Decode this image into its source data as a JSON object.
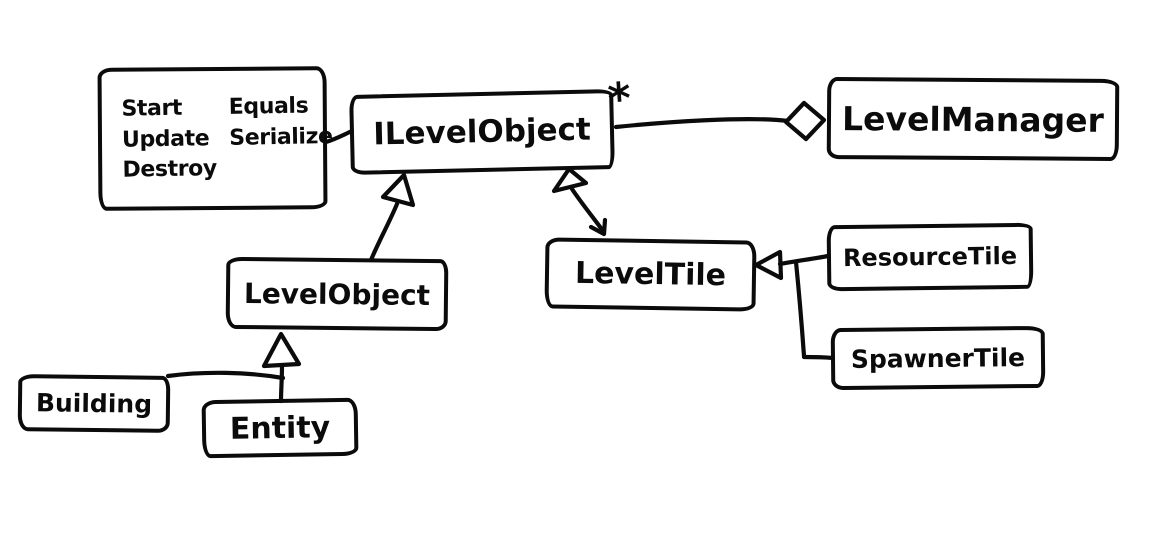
{
  "diagram": {
    "type": "uml-class-diagram",
    "style": "hand-drawn",
    "ink_color": "#0b0b0b",
    "background_color": "#ffffff",
    "note": {
      "methods": [
        "Start",
        "Equals",
        "Update",
        "Serialize",
        "Destroy"
      ]
    },
    "nodes": {
      "ilevel_object": {
        "label": "ILevelObject"
      },
      "level_manager": {
        "label": "LevelManager"
      },
      "level_object": {
        "label": "LevelObject"
      },
      "level_tile": {
        "label": "LevelTile"
      },
      "resource_tile": {
        "label": "ResourceTile"
      },
      "spawner_tile": {
        "label": "SpawnerTile"
      },
      "building": {
        "label": "Building"
      },
      "entity": {
        "label": "Entity"
      }
    },
    "relationships": {
      "aggregation": {
        "owner": "LevelManager",
        "part": "ILevelObject",
        "multiplicity": "*"
      },
      "inheritance": [
        {
          "child": "LevelObject",
          "parent": "ILevelObject"
        },
        {
          "child": "LevelTile",
          "parent": "ILevelObject"
        },
        {
          "child": "Building",
          "parent": "LevelObject"
        },
        {
          "child": "Entity",
          "parent": "LevelObject"
        },
        {
          "child": "ResourceTile",
          "parent": "LevelTile"
        },
        {
          "child": "SpawnerTile",
          "parent": "LevelTile"
        }
      ],
      "note_attachment": {
        "note": "methods-note",
        "target": "ILevelObject"
      }
    }
  }
}
